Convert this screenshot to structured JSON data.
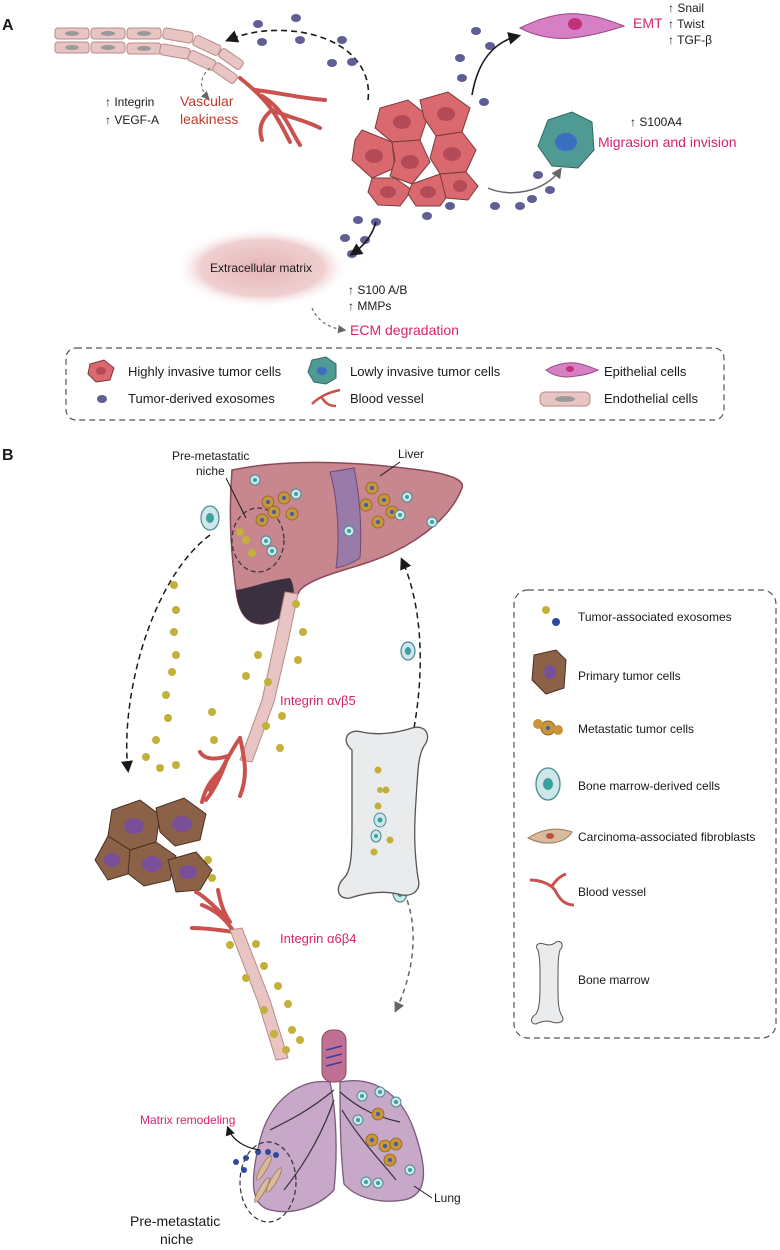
{
  "panel_a": {
    "letter": "A",
    "emt": {
      "title": "EMT",
      "markers": [
        "↑ Snail",
        "↑ Twist",
        "↑ TGF-β"
      ]
    },
    "vascular": {
      "title_line1": "Vascular",
      "title_line2": "leakiness",
      "markers": [
        "↑ Integrin",
        "↑ VEGF-A"
      ]
    },
    "migration": {
      "title": "Migrasion and invision",
      "marker": "↑ S100A4"
    },
    "ecm": {
      "label": "Extracellular matrix",
      "markers": [
        "↑ S100 A/B",
        "↑ MMPs"
      ],
      "title": "ECM degradation"
    },
    "legend": [
      "Highly invasive tumor cells",
      "Lowly invasive tumor cells",
      "Epithelial cells",
      "Tumor-derived exosomes",
      "Blood vessel",
      "Endothelial cells"
    ]
  },
  "panel_b": {
    "letter": "B",
    "liver": "Liver",
    "pre_niche_top_line1": "Pre-metastatic",
    "pre_niche_top_line2": "niche",
    "integrin_top": "Integrin αvβ5",
    "integrin_bottom": "Integrin α6β4",
    "matrix": "Matrix remodeling",
    "lung": "Lung",
    "pre_niche_bottom_line1": "Pre-metastatic",
    "pre_niche_bottom_line2": "niche",
    "legend": [
      "Tumor-associated exosomes",
      "Primary tumor cells",
      "Metastatic tumor cells",
      "Bone marrow-derived cells",
      "Carcinoma-associated fibroblasts",
      "Blood vessel",
      "Bone marrow"
    ]
  },
  "colors": {
    "tumor_red": "#d9696e",
    "tumor_teal": "#4f9a92",
    "epithelial": "#d77fc4",
    "exosome_purple": "#5f5f96",
    "vessel_red": "#c9524f",
    "endothelial": "#e8c4c2",
    "exosome_yellow": "#c2b03a",
    "exosome_blue": "#2d4a9c",
    "primary_tumor": "#8b6248",
    "metastatic": "#c89538",
    "liver": "#c8868f",
    "lung": "#c8a8c8",
    "bone": "#e9ebec",
    "caf": "#d9bb9b",
    "accent_pink": "#d6246e"
  }
}
